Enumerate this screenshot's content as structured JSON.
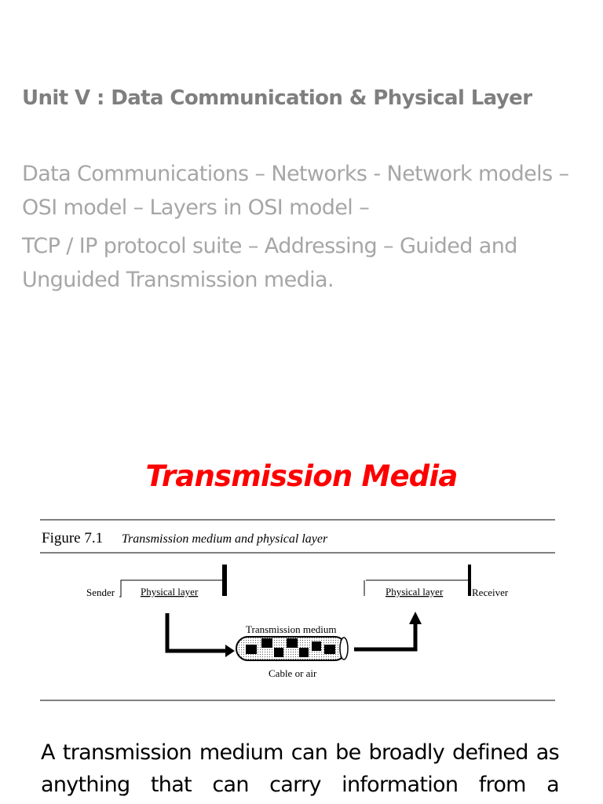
{
  "unit": {
    "title": "Unit V : Data Communication & Physical Layer"
  },
  "topics": {
    "line1": "Data Communications – Networks - Network models – OSI model – Layers in OSI model –",
    "line2": "TCP / IP protocol suite – Addressing – Guided and Unguided Transmission media."
  },
  "section": {
    "title": "Transmission Media"
  },
  "figure": {
    "number": "Figure 7.1",
    "caption": "Transmission medium and physical layer",
    "sender_label": "Sender",
    "sender_layer": "Physical layer",
    "receiver_label": "Receiver",
    "receiver_layer": "Physical layer",
    "medium_label": "Transmission medium",
    "medium_sublabel": "Cable or air"
  },
  "body": {
    "text": "A transmission medium can be broadly defined as anything that can carry information from a"
  }
}
